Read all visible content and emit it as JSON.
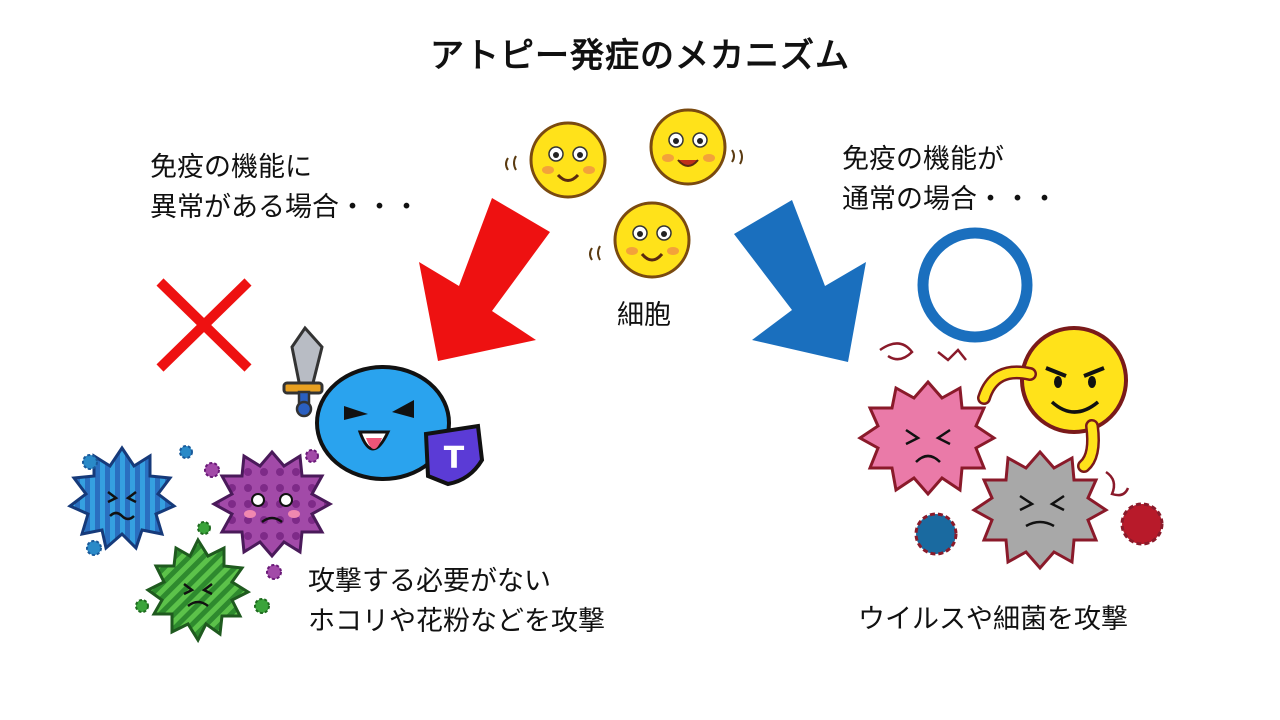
{
  "title": "アトピー発症のメカニズム",
  "left_condition": [
    "免疫の機能に",
    "異常がある場合・・・"
  ],
  "right_condition": [
    "免疫の機能が",
    "通常の場合・・・"
  ],
  "center_label": "細胞",
  "left_result": [
    "攻撃する必要がない",
    "ホコリや花粉などを攻撃"
  ],
  "right_result": "ウイルスや細菌を攻撃",
  "shield_letter": "T",
  "colors": {
    "wrong_mark": "#ee1111",
    "right_mark": "#1a6fbe",
    "left_arrow": "#ee1111",
    "right_arrow": "#1a6fbe",
    "cell_face": "#ffe21a",
    "t_cell": "#2aa3ee",
    "shield": "#5b3bd6"
  },
  "icons": [
    "x-mark-icon",
    "circle-mark-icon",
    "sword-icon",
    "shield-icon"
  ]
}
